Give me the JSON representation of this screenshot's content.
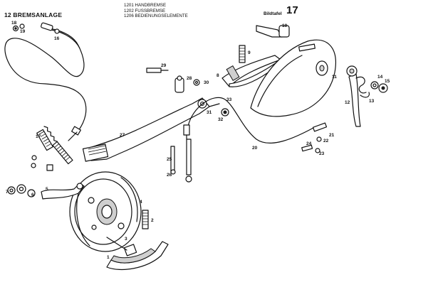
{
  "header": {
    "section_title": "12 BREMSANLAGE",
    "legend": [
      "1201 HANDBREMSE",
      "1202 FUSSBREMSE",
      "1206 BEDIENUNGSELEMENTE"
    ],
    "plate_label": "Bildtafel",
    "plate_number": "17"
  },
  "callouts": [
    "1",
    "2",
    "3",
    "4",
    "5",
    "6",
    "7",
    "8",
    "9",
    "10",
    "11",
    "12",
    "13",
    "14",
    "15",
    "16",
    "17",
    "18",
    "19",
    "20",
    "21",
    "22",
    "23",
    "24",
    "25",
    "26",
    "27",
    "28",
    "29",
    "30",
    "31",
    "32",
    "33"
  ]
}
